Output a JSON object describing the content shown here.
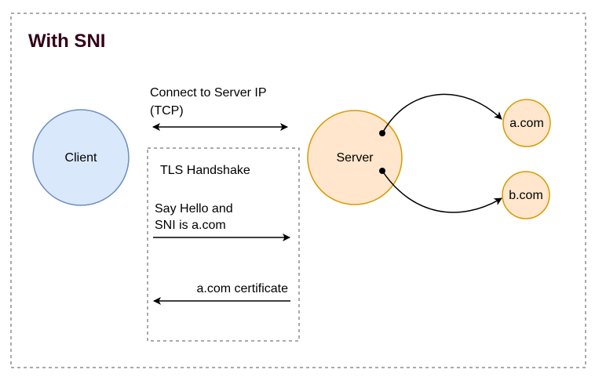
{
  "title": "With SNI",
  "nodes": {
    "client": "Client",
    "server": "Server",
    "a_com": "a.com",
    "b_com": "b.com"
  },
  "tcp": {
    "line1": "Connect to Server IP",
    "line2": "(TCP)"
  },
  "tls": {
    "label": "TLS Handshake",
    "hello_line1": "Say Hello and",
    "hello_line2": "SNI is a.com",
    "certificate": "a.com certificate"
  },
  "colors": {
    "title": "#33001a",
    "client_fill": "#dae8fc",
    "client_stroke": "#6c8ebf",
    "server_fill": "#ffe6cc",
    "server_stroke": "#d79b00",
    "tls_label": "#00994d",
    "sni_text": "#ff4b1a",
    "dashed_border": "#555555"
  },
  "icons": {
    "double_arrow": "double-headed-arrow",
    "right_arrow": "right-arrow",
    "left_arrow": "left-arrow"
  }
}
